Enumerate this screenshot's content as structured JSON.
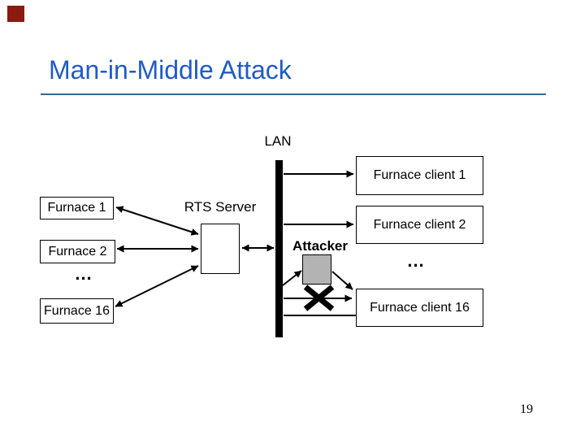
{
  "slide": {
    "title": "Man-in-Middle Attack",
    "page_number": "19"
  },
  "colors": {
    "title_blue": "#1F5BC4",
    "rule_blue": "#386890",
    "corner_red": "#8B1A0F",
    "attacker_gray": "#B3B3B3"
  },
  "diagram": {
    "lan_label": "LAN",
    "rts_server_label": "RTS Server",
    "attacker_label": "Attacker",
    "furnaces": [
      "Furnace 1",
      "Furnace 2",
      "Furnace 16"
    ],
    "furnace_ellipsis": "...",
    "clients": [
      "Furnace client 1",
      "Furnace client 2",
      "Furnace client 16"
    ],
    "client_ellipsis": "..."
  }
}
